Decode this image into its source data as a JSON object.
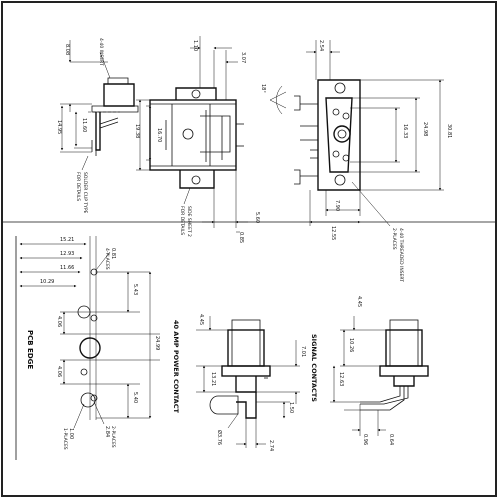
{
  "views": {
    "side_top": {
      "dims": [
        "8.08",
        "14.95",
        "11.60"
      ],
      "callouts": [
        "4-40 INSERT",
        "SOLDER CUP TYPE",
        "FOR DETAILS"
      ]
    },
    "front": {
      "dims": [
        "1.10",
        "3.07",
        "19.38",
        "16.70",
        "5.60",
        "0.85"
      ],
      "callouts": [
        "SIDE SHEET 2",
        "FOR DETAILS"
      ]
    },
    "end": {
      "dims": [
        "2.54",
        "18°",
        "16.33",
        "24.98",
        "30.81",
        "7.90",
        "12.55"
      ],
      "callouts": [
        "4-40 THREADED INSERT",
        "2-PLACES"
      ]
    },
    "pcb": {
      "dims": [
        "15.21",
        "12.93",
        "11.66",
        "10.29",
        "4.06",
        "5.43",
        "4.06",
        "24.99",
        "5.40",
        "0.81",
        "1.00",
        "2.84"
      ],
      "callouts": [
        "4-PLACES",
        "PCB EDGE",
        "1-PLACES",
        "2-PLACES"
      ]
    },
    "power": {
      "dims": [
        "4.45",
        "7.01",
        "13.21",
        "1.50",
        "Ø3.76",
        "2.74"
      ],
      "caption": "40 AMP POWER CONTACT"
    },
    "signal": {
      "dims": [
        "4.45",
        "10.26",
        "12.63",
        "0.96",
        "0.64"
      ],
      "caption": "SIGNAL CONTACTS"
    }
  }
}
